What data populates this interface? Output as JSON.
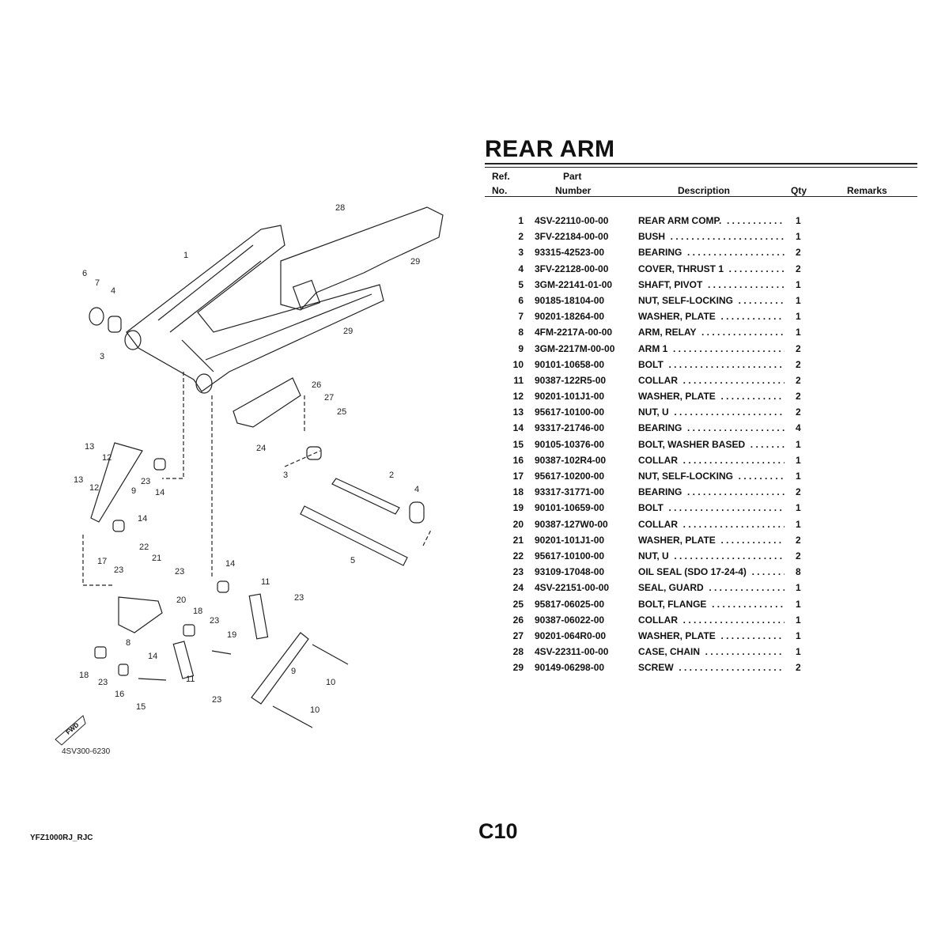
{
  "page": {
    "title": "REAR ARM",
    "page_number": "C10",
    "model_code": "YFZ1000RJ_RJC"
  },
  "table": {
    "headers": {
      "ref_top": "Ref.",
      "ref_bottom": "No.",
      "part_top": "Part",
      "part_bottom": "Number",
      "description": "Description",
      "qty": "Qty",
      "remarks": "Remarks"
    },
    "rows": [
      {
        "ref": "1",
        "part": "4SV-22110-00-00",
        "desc": "REAR ARM COMP.",
        "qty": "1"
      },
      {
        "ref": "2",
        "part": "3FV-22184-00-00",
        "desc": "BUSH",
        "qty": "1"
      },
      {
        "ref": "3",
        "part": "93315-42523-00",
        "desc": "BEARING",
        "qty": "2"
      },
      {
        "ref": "4",
        "part": "3FV-22128-00-00",
        "desc": "COVER, THRUST 1",
        "qty": "2"
      },
      {
        "ref": "5",
        "part": "3GM-22141-01-00",
        "desc": "SHAFT, PIVOT",
        "qty": "1"
      },
      {
        "ref": "6",
        "part": "90185-18104-00",
        "desc": "NUT, SELF-LOCKING",
        "qty": "1"
      },
      {
        "ref": "7",
        "part": "90201-18264-00",
        "desc": "WASHER, PLATE",
        "qty": "1"
      },
      {
        "ref": "8",
        "part": "4FM-2217A-00-00",
        "desc": "ARM, RELAY",
        "qty": "1"
      },
      {
        "ref": "9",
        "part": "3GM-2217M-00-00",
        "desc": "ARM 1",
        "qty": "2"
      },
      {
        "ref": "10",
        "part": "90101-10658-00",
        "desc": "BOLT",
        "qty": "2"
      },
      {
        "ref": "11",
        "part": "90387-122R5-00",
        "desc": "COLLAR",
        "qty": "2"
      },
      {
        "ref": "12",
        "part": "90201-101J1-00",
        "desc": "WASHER, PLATE",
        "qty": "2"
      },
      {
        "ref": "13",
        "part": "95617-10100-00",
        "desc": "NUT, U",
        "qty": "2"
      },
      {
        "ref": "14",
        "part": "93317-21746-00",
        "desc": "BEARING",
        "qty": "4"
      },
      {
        "ref": "15",
        "part": "90105-10376-00",
        "desc": "BOLT, WASHER BASED",
        "qty": "1"
      },
      {
        "ref": "16",
        "part": "90387-102R4-00",
        "desc": "COLLAR",
        "qty": "1"
      },
      {
        "ref": "17",
        "part": "95617-10200-00",
        "desc": "NUT, SELF-LOCKING",
        "qty": "1"
      },
      {
        "ref": "18",
        "part": "93317-31771-00",
        "desc": "BEARING",
        "qty": "2"
      },
      {
        "ref": "19",
        "part": "90101-10659-00",
        "desc": "BOLT",
        "qty": "1"
      },
      {
        "ref": "20",
        "part": "90387-127W0-00",
        "desc": "COLLAR",
        "qty": "1"
      },
      {
        "ref": "21",
        "part": "90201-101J1-00",
        "desc": "WASHER, PLATE",
        "qty": "2"
      },
      {
        "ref": "22",
        "part": "95617-10100-00",
        "desc": "NUT, U",
        "qty": "2"
      },
      {
        "ref": "23",
        "part": "93109-17048-00",
        "desc": "OIL SEAL (SDO 17-24-4)",
        "qty": "8"
      },
      {
        "ref": "24",
        "part": "4SV-22151-00-00",
        "desc": "SEAL, GUARD",
        "qty": "1"
      },
      {
        "ref": "25",
        "part": "95817-06025-00",
        "desc": "BOLT, FLANGE",
        "qty": "1"
      },
      {
        "ref": "26",
        "part": "90387-06022-00",
        "desc": "COLLAR",
        "qty": "1"
      },
      {
        "ref": "27",
        "part": "90201-064R0-00",
        "desc": "WASHER, PLATE",
        "qty": "1"
      },
      {
        "ref": "28",
        "part": "4SV-22311-00-00",
        "desc": "CASE, CHAIN",
        "qty": "1"
      },
      {
        "ref": "29",
        "part": "90149-06298-00",
        "desc": "SCREW",
        "qty": "2"
      }
    ]
  },
  "diagram": {
    "figure_code": "4SV300-6230",
    "fwd_label": "FWD",
    "callouts": [
      "28",
      "1",
      "29",
      "6",
      "7",
      "4",
      "3",
      "29",
      "26",
      "27",
      "25",
      "24",
      "13",
      "12",
      "3",
      "2",
      "4",
      "9",
      "23",
      "14",
      "13",
      "12",
      "14",
      "5",
      "22",
      "21",
      "17",
      "23",
      "23",
      "14",
      "11",
      "23",
      "20",
      "18",
      "23",
      "19",
      "8",
      "14",
      "9",
      "10",
      "18",
      "23",
      "16",
      "11",
      "23",
      "15",
      "10"
    ]
  }
}
